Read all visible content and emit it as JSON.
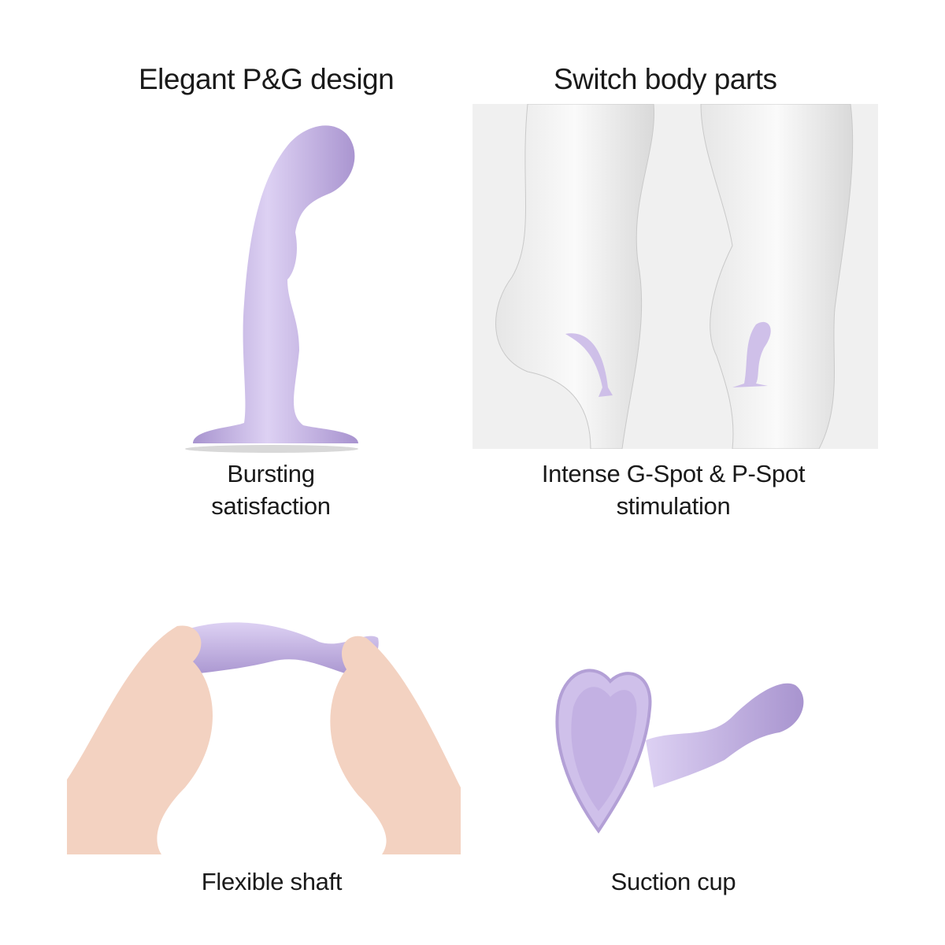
{
  "colors": {
    "background": "#ffffff",
    "text": "#1a1a1a",
    "product": "#b9a4dc",
    "product_highlight": "#dcd0f2",
    "figure_bg": "#f2f2f2"
  },
  "panels": [
    {
      "id": "top-left",
      "title": "Elegant P&G design",
      "caption_line1": "Bursting",
      "caption_line2": "satisfaction",
      "image": "product-upright"
    },
    {
      "id": "top-right",
      "title": "Switch body parts",
      "caption_line1": "Intense G-Spot & P-Spot",
      "caption_line2": "stimulation",
      "image": "body-figures"
    },
    {
      "id": "bottom-left",
      "caption": "Flexible shaft",
      "image": "hands-bending-product"
    },
    {
      "id": "bottom-right",
      "caption": "Suction cup",
      "image": "product-heart-base"
    }
  ]
}
